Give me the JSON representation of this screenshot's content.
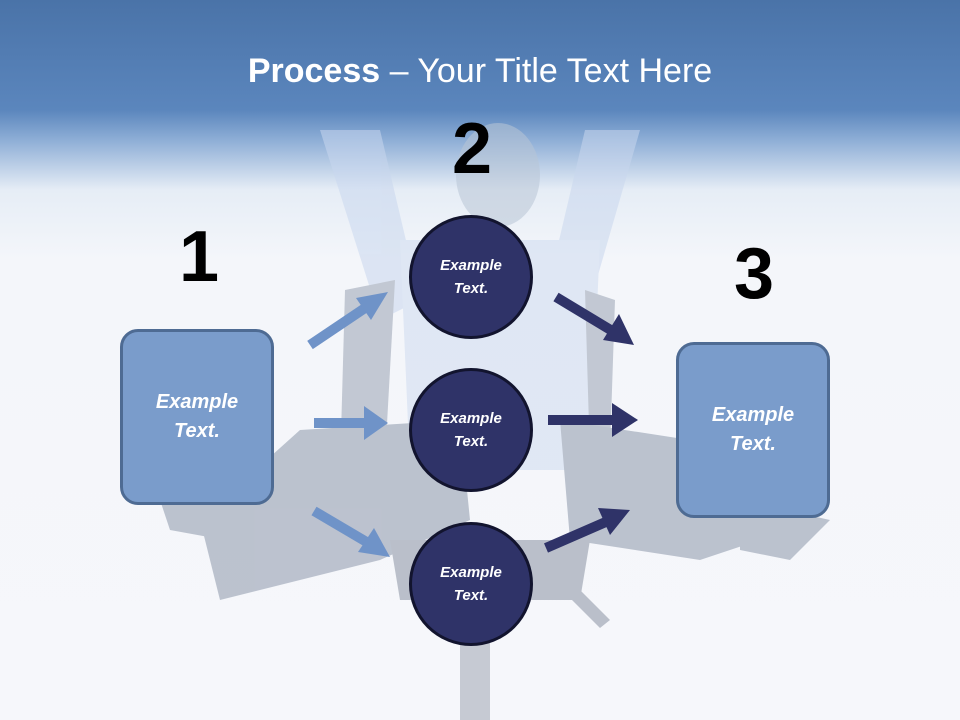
{
  "title": {
    "bold": "Process",
    "rest": " – Your Title Text Here"
  },
  "steps": [
    {
      "number": "1",
      "label_line1": "Example",
      "label_line2": "Text."
    },
    {
      "number": "2"
    },
    {
      "number": "3",
      "label_line1": "Example",
      "label_line2": "Text."
    }
  ],
  "circles": [
    {
      "label_line1": "Example",
      "label_line2": "Text."
    },
    {
      "label_line1": "Example",
      "label_line2": "Text."
    },
    {
      "label_line1": "Example",
      "label_line2": "Text."
    }
  ],
  "colors": {
    "box": "#7a9ccb",
    "circle": "#2f3368",
    "arrow_light": "#6f93c8",
    "arrow_dark": "#2f3368",
    "header": "#5b86bd"
  }
}
